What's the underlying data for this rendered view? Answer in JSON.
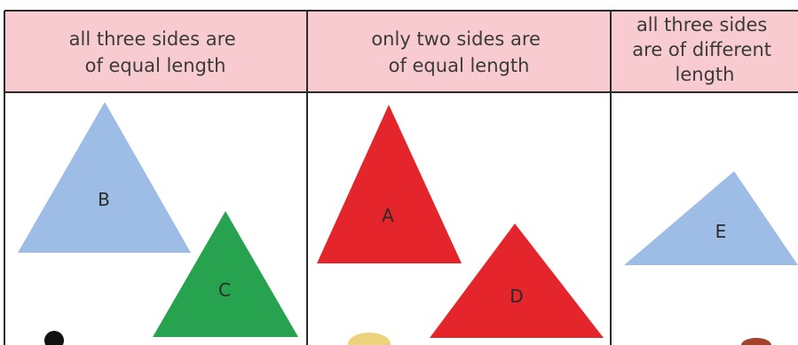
{
  "table": {
    "headers": [
      {
        "lines": [
          "all three sides are",
          "of equal length"
        ]
      },
      {
        "lines": [
          "only two sides are",
          "of equal length"
        ]
      },
      {
        "lines": [
          "all three sides",
          "are of different",
          "length"
        ]
      }
    ]
  },
  "shapes": [
    {
      "label": "B",
      "color": "#9dbde6"
    },
    {
      "label": "C",
      "color": "#27a350"
    },
    {
      "label": "A",
      "color": "#e4262c"
    },
    {
      "label": "D",
      "color": "#e4262c"
    },
    {
      "label": "E",
      "color": "#9dbde6"
    }
  ],
  "colors": {
    "header_fill": "#f8cbd0",
    "grid_line": "#2a2a2a",
    "background": "#ffffff"
  }
}
